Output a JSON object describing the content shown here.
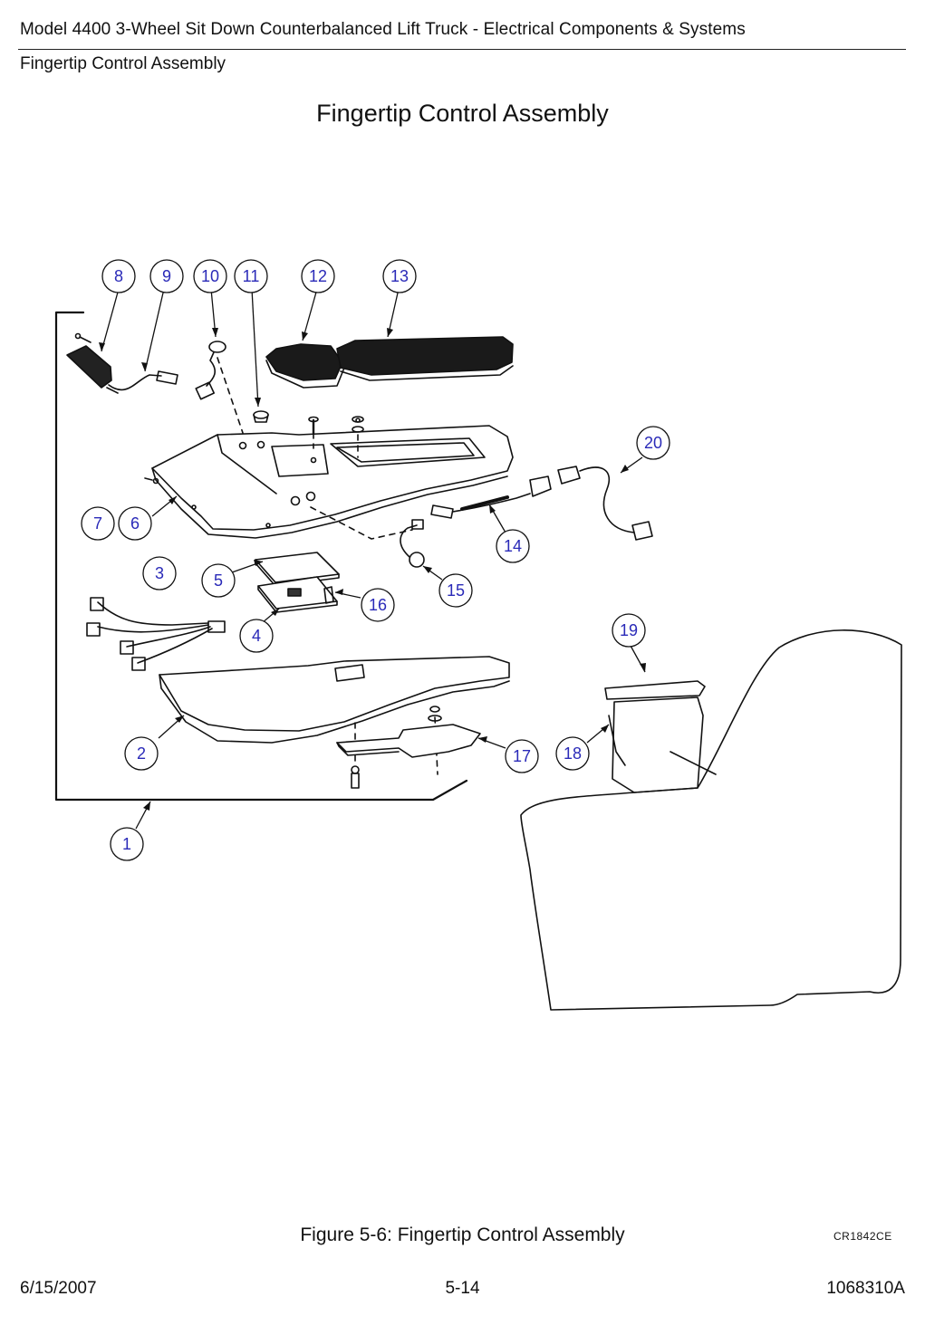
{
  "header": {
    "title": "Model 4400 3-Wheel Sit Down Counterbalanced Lift Truck - Electrical Components & Systems",
    "section": "Fingertip Control Assembly"
  },
  "page_heading": "Fingertip Control Assembly",
  "diagram": {
    "callouts": [
      {
        "id": "c1",
        "label": "1"
      },
      {
        "id": "c2",
        "label": "2"
      },
      {
        "id": "c3",
        "label": "3"
      },
      {
        "id": "c4",
        "label": "4"
      },
      {
        "id": "c5",
        "label": "5"
      },
      {
        "id": "c6",
        "label": "6"
      },
      {
        "id": "c7",
        "label": "7"
      },
      {
        "id": "c8",
        "label": "8"
      },
      {
        "id": "c9",
        "label": "9"
      },
      {
        "id": "c10",
        "label": "10"
      },
      {
        "id": "c11",
        "label": "11"
      },
      {
        "id": "c12",
        "label": "12"
      },
      {
        "id": "c13",
        "label": "13"
      },
      {
        "id": "c14",
        "label": "14"
      },
      {
        "id": "c15",
        "label": "15"
      },
      {
        "id": "c16",
        "label": "16"
      },
      {
        "id": "c17",
        "label": "17"
      },
      {
        "id": "c18",
        "label": "18"
      },
      {
        "id": "c19",
        "label": "19"
      },
      {
        "id": "c20",
        "label": "20"
      }
    ],
    "drawing_code": "CR1842CE",
    "callout_color": "#2a2ab8"
  },
  "figure_caption": "Figure 5-6:  Fingertip Control Assembly",
  "footer": {
    "date": "6/15/2007",
    "page": "5-14",
    "doc_number": "1068310A"
  }
}
